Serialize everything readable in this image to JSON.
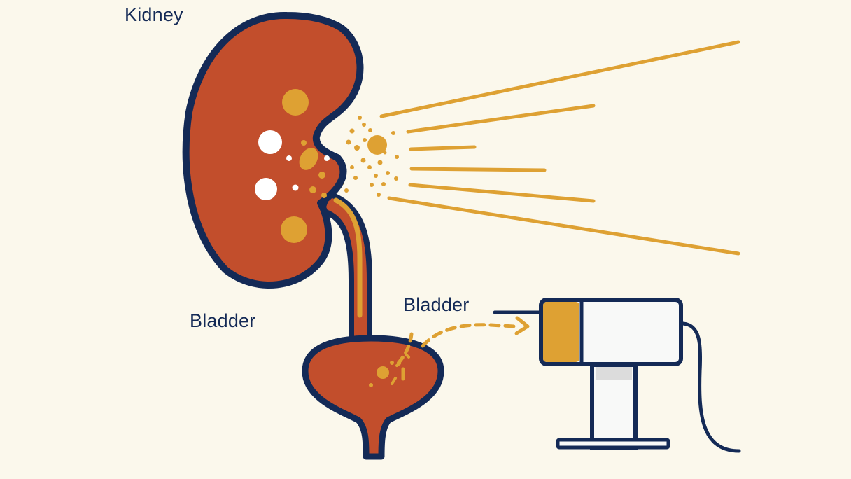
{
  "labels": {
    "kidney": "Kidney",
    "bladder_left": "Bladder",
    "bladder_right": "Bladder"
  },
  "colors": {
    "background": "#fbf8ec",
    "outline": "#142a56",
    "organ_fill": "#c24e2c",
    "stone_accent": "#dea133",
    "white": "#ffffff",
    "device_body": "#f8f9f8"
  },
  "icons": {
    "kidney": "kidney-icon",
    "bladder": "bladder-icon",
    "device": "lithotripter-device-icon"
  }
}
